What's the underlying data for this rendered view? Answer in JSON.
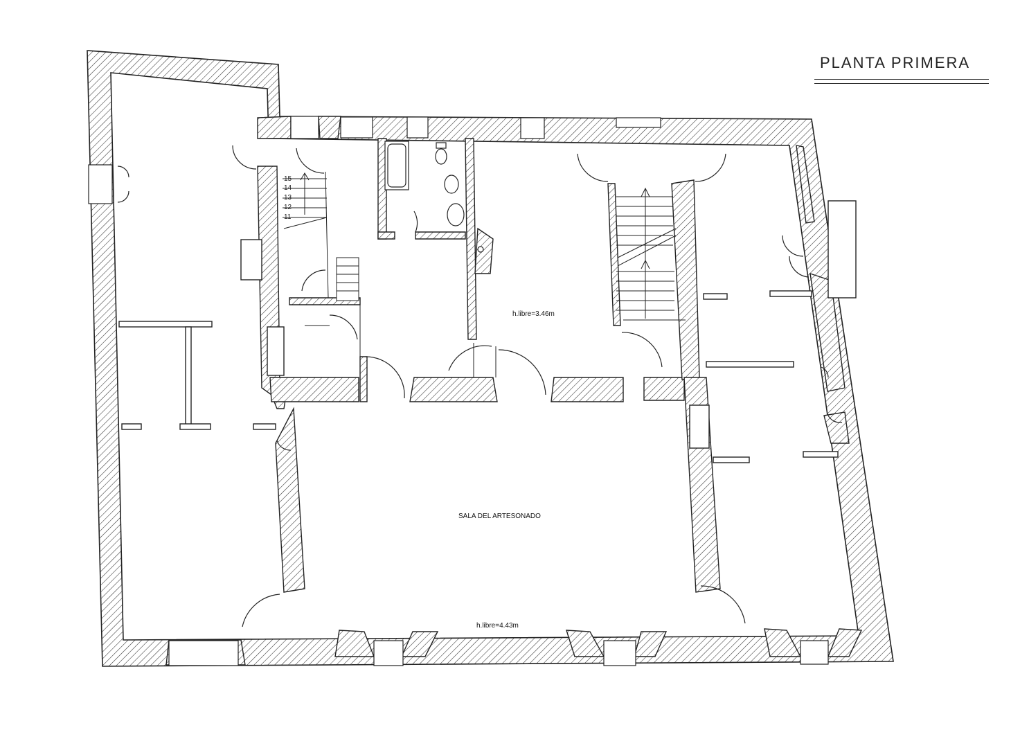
{
  "title": "PLANTA PRIMERA",
  "labels": {
    "sala": "SALA DEL ARTESONADO",
    "hlibre_upper": "h.libre=3.46m",
    "hlibre_lower": "h.libre=4.43m"
  },
  "stair_steps": [
    "15",
    "14",
    "13",
    "12",
    "11"
  ],
  "colors": {
    "line": "#222222",
    "hatch": "#333333",
    "paper": "#ffffff"
  }
}
